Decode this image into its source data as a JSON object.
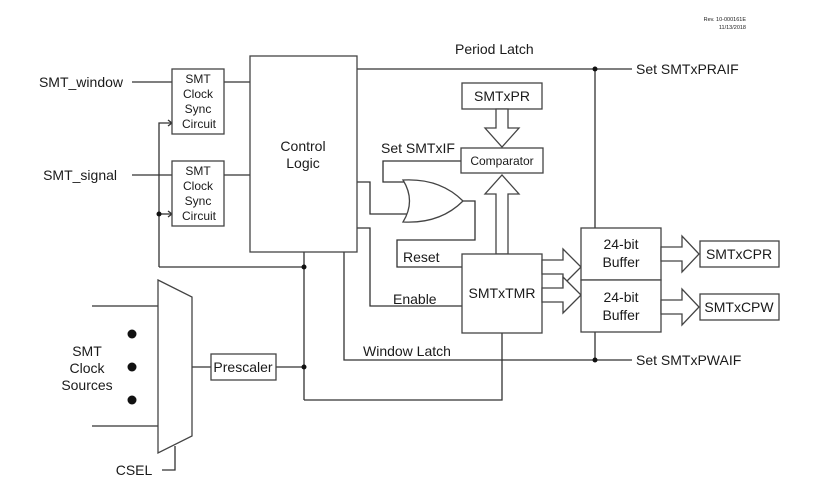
{
  "revision": {
    "line1": "Rev. 10-000161E",
    "line2": "11/13/2018"
  },
  "inputs": {
    "smt_window": "SMT_window",
    "smt_signal": "SMT_signal",
    "clock_sources": [
      "SMT",
      "Clock",
      "Sources"
    ],
    "csel": "CSEL"
  },
  "blocks": {
    "sync_circuit": [
      "SMT",
      "Clock",
      "Sync",
      "Circuit"
    ],
    "control_logic": [
      "Control",
      "Logic"
    ],
    "prescaler": "Prescaler",
    "smtxpr": "SMTxPR",
    "comparator": "Comparator",
    "smtxtmr": "SMTxTMR",
    "buffer": [
      "24-bit",
      "Buffer"
    ],
    "smtxcpr": "SMTxCPR",
    "smtxcpw": "SMTxCPW"
  },
  "signals": {
    "period_latch": "Period Latch",
    "set_smtxif": "Set SMTxIF",
    "reset": "Reset",
    "enable": "Enable",
    "window_latch": "Window Latch",
    "set_smtxpraif": "Set SMTxPRAIF",
    "set_smtxpwaif": "Set SMTxPWAIF"
  }
}
